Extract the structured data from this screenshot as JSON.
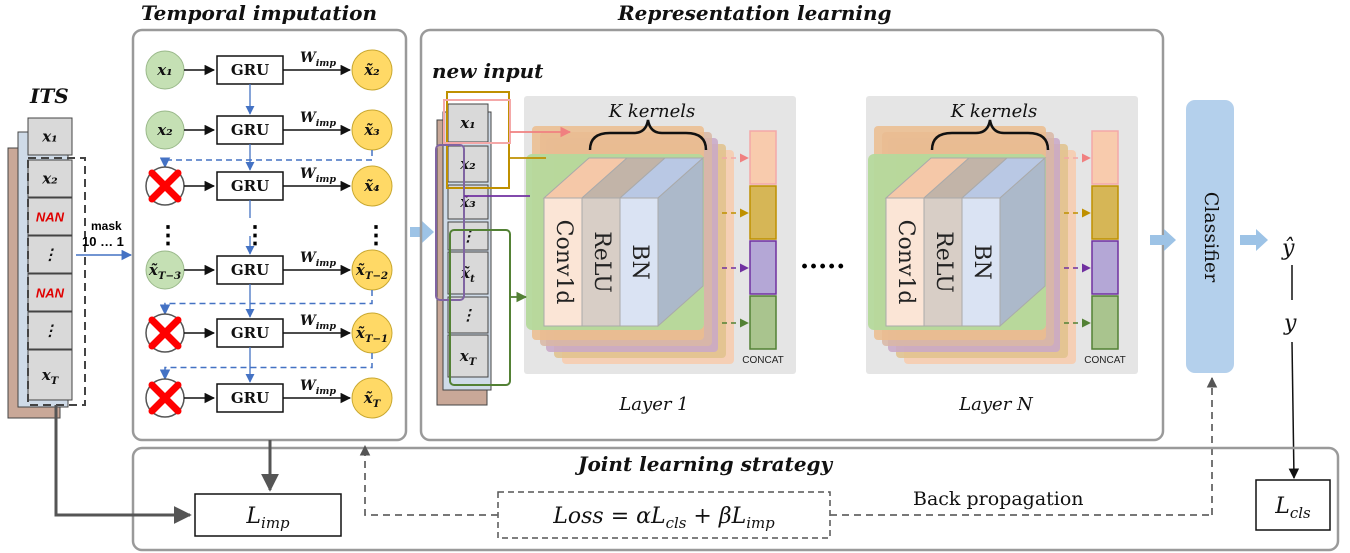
{
  "sections": {
    "its": "ITS",
    "temporal_imputation": "Temporal imputation",
    "representation_learning": "Representation learning",
    "joint_learning_strategy": "Joint learning strategy",
    "new_input": "new input"
  },
  "its_cells": [
    "x₁",
    "x₂",
    "NAN",
    "⋮",
    "NAN",
    "⋮",
    "x_T"
  ],
  "mask_label": "mask",
  "mask_values": "10 … 1",
  "gru_label": "GRU",
  "w_imp": "W_imp",
  "imputation_rows": [
    {
      "input": "x₁",
      "missing": false,
      "output": "x̃₂"
    },
    {
      "input": "x₂",
      "missing": false,
      "output": "x̃₃"
    },
    {
      "input": "",
      "missing": true,
      "output": "x̃₄"
    },
    {
      "input": "x̃_T−3",
      "missing": false,
      "output": "x̃_T−2"
    },
    {
      "input": "",
      "missing": true,
      "output": "x̃_T−1"
    },
    {
      "input": "",
      "missing": true,
      "output": "x̃_T"
    }
  ],
  "new_input_cells": [
    "x₁",
    "x₂",
    "x̃₃",
    "⋮",
    "x̃_t",
    "⋮",
    "x_T"
  ],
  "layers": [
    {
      "kernels_label": "K kernels",
      "blocks": [
        "Conv1d",
        "ReLU",
        "BN"
      ],
      "concat": "CONCAT",
      "name": "Layer 1"
    },
    {
      "kernels_label": "K kernels",
      "blocks": [
        "Conv1d",
        "ReLU",
        "BN"
      ],
      "concat": "CONCAT",
      "name": "Layer N"
    }
  ],
  "ellipsis": "·····",
  "classifier": "Classifier",
  "y_hat": "ŷ",
  "y": "y",
  "l_imp": "L_imp",
  "l_cls": "L_cls",
  "loss": "Loss = αL_cls + βL_imp",
  "back_propagation": "Back propagation",
  "colors": {
    "green_node": "#c5e0b4",
    "yellow_node": "#ffd966",
    "classifier": "#b4d0ec",
    "arrow_blue": "#4472c4",
    "red_x": "#ff0000",
    "pink": "#f4b183",
    "gold": "#bf9000",
    "purple": "#8064a2",
    "dark_green": "#538135"
  }
}
